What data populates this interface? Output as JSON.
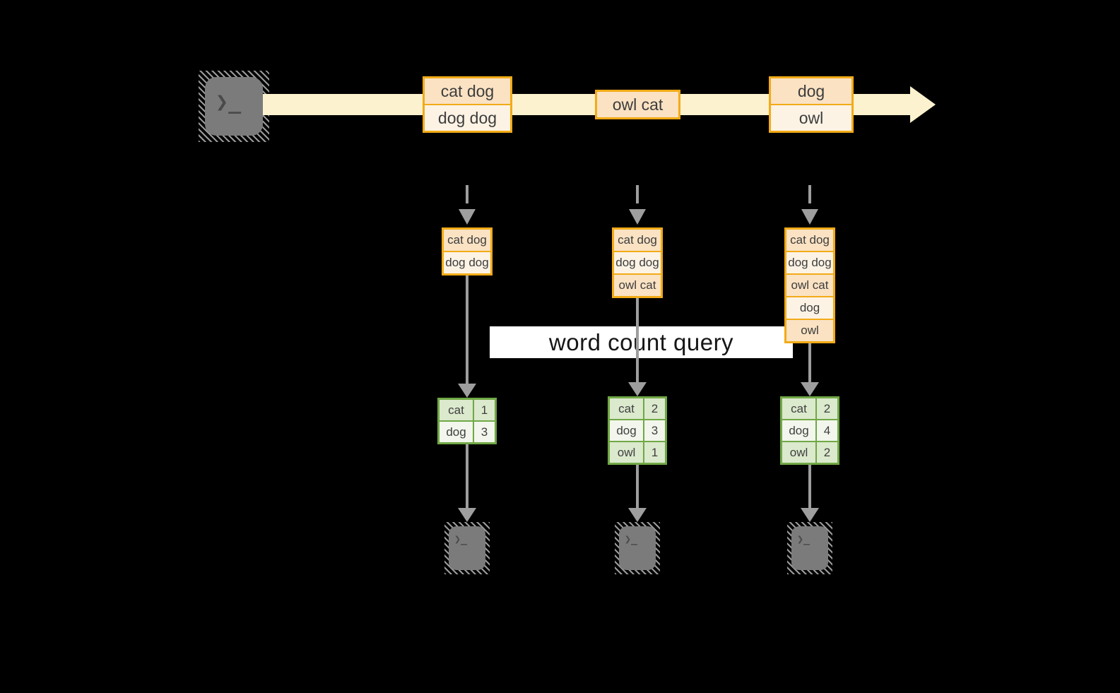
{
  "banner": {
    "label": "word count query"
  },
  "stream": {
    "events": [
      {
        "rows": [
          "cat dog",
          "dog dog"
        ]
      },
      {
        "rows": [
          "owl cat"
        ]
      },
      {
        "rows": [
          "dog",
          "owl"
        ]
      }
    ]
  },
  "columns": [
    {
      "records": [
        "cat dog",
        "dog dog"
      ],
      "counts": [
        {
          "word": "cat",
          "count": 1
        },
        {
          "word": "dog",
          "count": 3
        }
      ]
    },
    {
      "records": [
        "cat dog",
        "dog dog",
        "owl cat"
      ],
      "counts": [
        {
          "word": "cat",
          "count": 2
        },
        {
          "word": "dog",
          "count": 3
        },
        {
          "word": "owl",
          "count": 1
        }
      ]
    },
    {
      "records": [
        "cat dog",
        "dog dog",
        "owl cat",
        "dog",
        "owl"
      ],
      "counts": [
        {
          "word": "cat",
          "count": 2
        },
        {
          "word": "dog",
          "count": 4
        },
        {
          "word": "owl",
          "count": 2
        }
      ]
    }
  ],
  "icons": {
    "terminal": "terminal-icon",
    "prompt_chevron": "❯",
    "prompt_underscore": "_"
  },
  "colors": {
    "background": "#000000",
    "stream_band": "#fcf2cf",
    "event_border": "#f2ab17",
    "event_fill_dark": "#fae2c3",
    "event_fill_light": "#fdf3e5",
    "table_border": "#70a845",
    "table_fill_dark": "#dbe9cd",
    "table_fill_light": "#f2f6ec",
    "arrow_gray": "#9e9e9e",
    "banner_bg": "#ffffff",
    "text": "#3d3d3d"
  }
}
